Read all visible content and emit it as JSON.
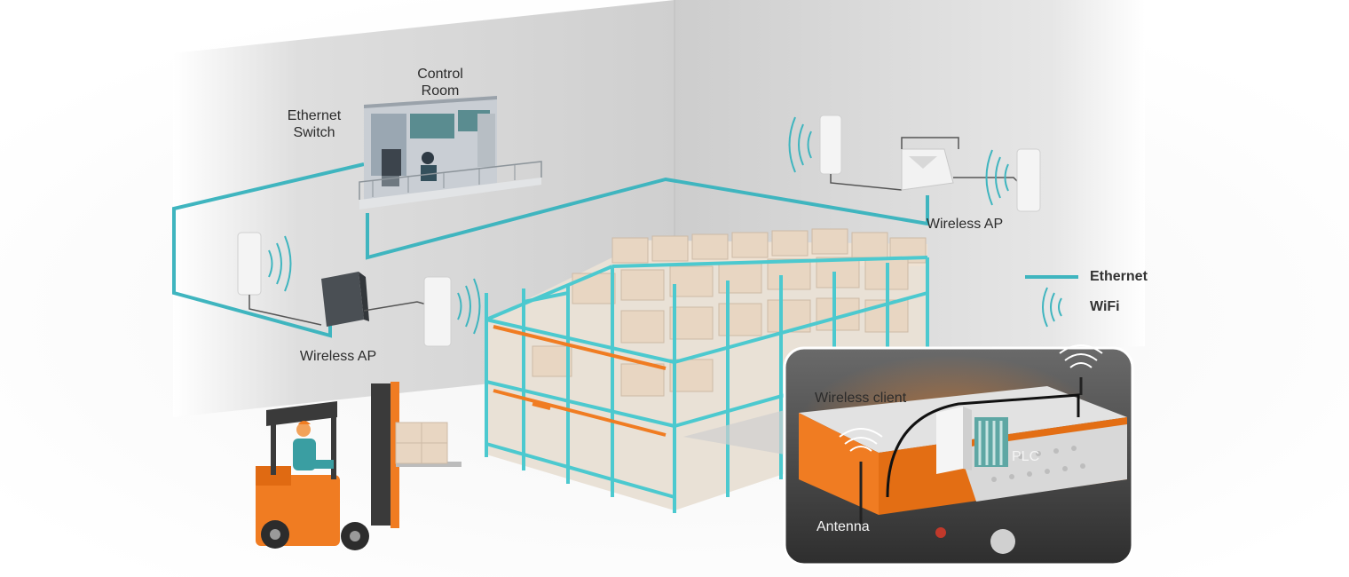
{
  "labels": {
    "control_room": [
      "Control",
      "Room"
    ],
    "ethernet_switch": [
      "Ethernet",
      "Switch"
    ],
    "wireless_ap_left": "Wireless AP",
    "wireless_ap_right": "Wireless AP",
    "wireless_client": "Wireless client",
    "plc": "PLC",
    "antenna": "Antenna"
  },
  "legend": [
    {
      "text": "Ethernet",
      "icon": "ethernet-line"
    },
    {
      "text": "WiFi",
      "icon": "wifi-waves-icon"
    }
  ],
  "colors": {
    "ethernet": "#3fb5bf",
    "rack": "#4cc9cf",
    "rack_orange": "#f07c22",
    "forklift": "#f07c22",
    "box": "#e8d6c2",
    "wall": "#d9d9d9",
    "callout_bg": "#3a3a3a"
  }
}
